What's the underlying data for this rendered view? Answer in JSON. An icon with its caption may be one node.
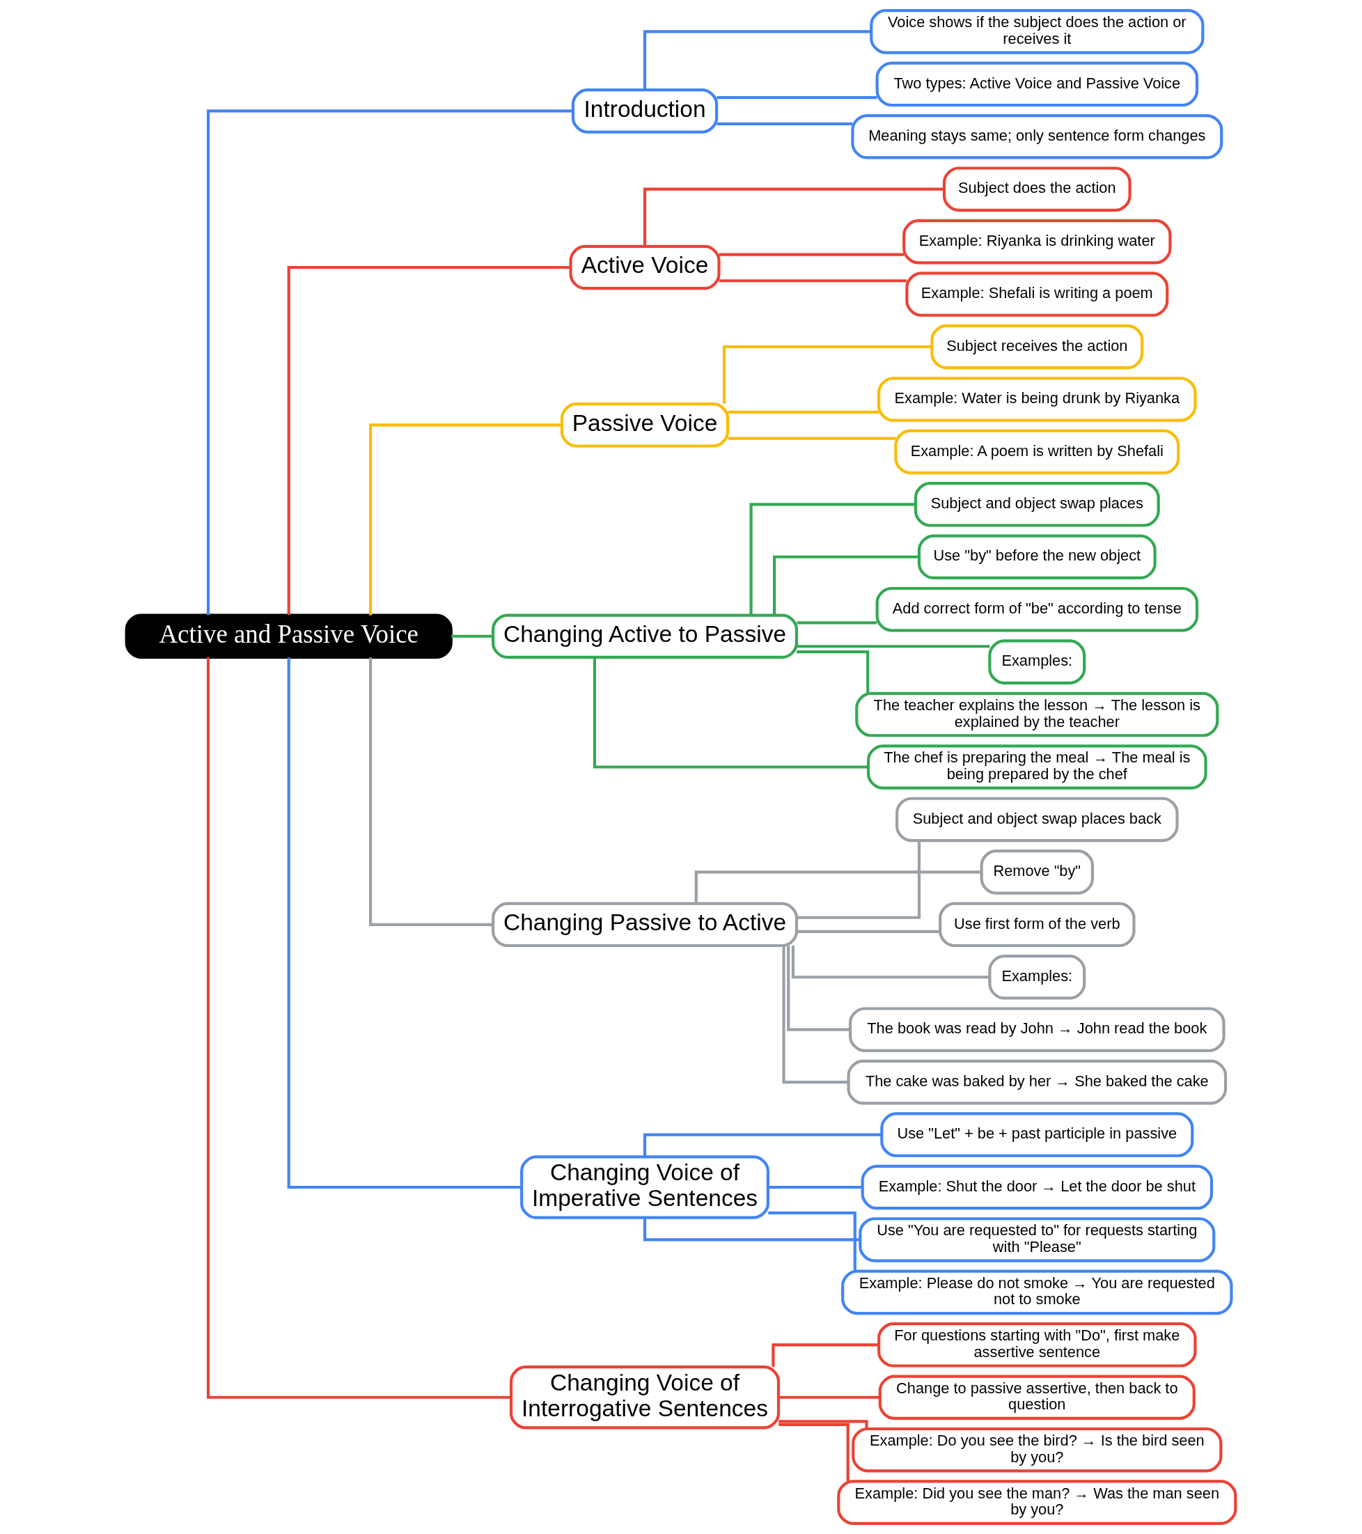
{
  "diagram": {
    "nodes": [
      {
        "text": [
          "Active and Passive Voice"
        ]
      },
      {
        "text": [
          "Introduction"
        ]
      },
      {
        "text": [
          "Voice shows if the subject does the action or receives it"
        ]
      },
      {
        "text": [
          "Two types: Active Voice and Passive Voice"
        ]
      },
      {
        "text": [
          "Meaning stays same; only sentence form changes"
        ]
      },
      {
        "text": [
          "Active Voice"
        ]
      },
      {
        "text": [
          "Subject does the action"
        ]
      },
      {
        "text": [
          "Example: Riyanka is drinking water"
        ]
      },
      {
        "text": [
          "Example: Shefali is writing a poem"
        ]
      },
      {
        "text": [
          "Passive Voice"
        ]
      },
      {
        "text": [
          "Subject receives the action"
        ]
      },
      {
        "text": [
          "Example: Water is being drunk by Riyanka"
        ]
      },
      {
        "text": [
          "Example: A poem is written by Shefali"
        ]
      },
      {
        "text": [
          "Changing Active to Passive"
        ]
      },
      {
        "text": [
          "Subject and object swap places"
        ]
      },
      {
        "text": [
          "Use \"by\" before the new object"
        ]
      },
      {
        "text": [
          "Add correct form of \"be\" according to tense"
        ]
      },
      {
        "text": [
          "Examples:"
        ]
      },
      {
        "text": [
          "The teacher explains the lesson → The lesson is explained by the teacher"
        ]
      },
      {
        "text": [
          "The chef is preparing the meal → The meal is being prepared by the chef"
        ]
      },
      {
        "text": [
          "Changing Passive to Active"
        ]
      },
      {
        "text": [
          "Subject and object swap places back"
        ]
      },
      {
        "text": [
          "Remove \"by\""
        ]
      },
      {
        "text": [
          "Use first form of the verb"
        ]
      },
      {
        "text": [
          "Examples:"
        ]
      },
      {
        "text": [
          "The book was read by John → John read the book"
        ]
      },
      {
        "text": [
          "The cake was baked by her → She baked the cake"
        ]
      },
      {
        "text": [
          "Changing Voice of Imperative Sentences"
        ]
      },
      {
        "text": [
          "Use \"Let\" + be + past participle in passive"
        ]
      },
      {
        "text": [
          "Example: Shut the door → Let the door be shut"
        ]
      },
      {
        "text": [
          "Use \"You are requested to\" for requests starting with \"Please\""
        ]
      },
      {
        "text": [
          "Example: Please do not smoke → You are requested not to smoke"
        ]
      },
      {
        "text": [
          "Changing Voice of Interrogative Sentences"
        ]
      },
      {
        "text": [
          "For questions starting with \"Do\", first make assertive sentence"
        ]
      },
      {
        "text": [
          "Change to passive assertive, then back to question"
        ]
      },
      {
        "text": [
          "Example: Do you see the bird? → Is the bird seen by you?"
        ]
      },
      {
        "text": [
          "Example: Did you see the man? → Was the man seen by you?"
        ]
      }
    ],
    "edges": [
      {
        "from": 0,
        "to": 1,
        "arrow": "none",
        "color": "#4285f4"
      },
      {
        "from": 1,
        "to": 2,
        "arrow": "none",
        "color": "#4285f4"
      },
      {
        "from": 1,
        "to": 3,
        "arrow": "none",
        "color": "#4285f4"
      },
      {
        "from": 1,
        "to": 4,
        "arrow": "none",
        "color": "#4285f4"
      },
      {
        "from": 0,
        "to": 5,
        "arrow": "none",
        "color": "#ea4335"
      },
      {
        "from": 5,
        "to": 6,
        "arrow": "none",
        "color": "#ea4335"
      },
      {
        "from": 5,
        "to": 7,
        "arrow": "none",
        "color": "#ea4335"
      },
      {
        "from": 5,
        "to": 8,
        "arrow": "none",
        "color": "#ea4335"
      },
      {
        "from": 0,
        "to": 9,
        "arrow": "none",
        "color": "#fbbc05"
      },
      {
        "from": 9,
        "to": 10,
        "arrow": "none",
        "color": "#fbbc05"
      },
      {
        "from": 9,
        "to": 11,
        "arrow": "none",
        "color": "#fbbc05"
      },
      {
        "from": 9,
        "to": 12,
        "arrow": "none",
        "color": "#fbbc05"
      },
      {
        "from": 0,
        "to": 13,
        "arrow": "none",
        "color": "#34a853"
      },
      {
        "from": 13,
        "to": 14,
        "arrow": "none",
        "color": "#34a853"
      },
      {
        "from": 13,
        "to": 15,
        "arrow": "none",
        "color": "#34a853"
      },
      {
        "from": 13,
        "to": 16,
        "arrow": "none",
        "color": "#34a853"
      },
      {
        "from": 13,
        "to": 17,
        "arrow": "none",
        "color": "#34a853"
      },
      {
        "from": 13,
        "to": 18,
        "arrow": "none",
        "color": "#34a853"
      },
      {
        "from": 13,
        "to": 19,
        "arrow": "none",
        "color": "#34a853"
      },
      {
        "from": 0,
        "to": 20,
        "arrow": "none",
        "color": "#9aa0a6"
      },
      {
        "from": 20,
        "to": 21,
        "arrow": "none",
        "color": "#9aa0a6"
      },
      {
        "from": 20,
        "to": 22,
        "arrow": "none",
        "color": "#9aa0a6"
      },
      {
        "from": 20,
        "to": 23,
        "arrow": "none",
        "color": "#9aa0a6"
      },
      {
        "from": 20,
        "to": 24,
        "arrow": "none",
        "color": "#9aa0a6"
      },
      {
        "from": 20,
        "to": 25,
        "arrow": "none",
        "color": "#9aa0a6"
      },
      {
        "from": 20,
        "to": 26,
        "arrow": "none",
        "color": "#9aa0a6"
      },
      {
        "from": 0,
        "to": 27,
        "arrow": "none",
        "color": "#4285f4"
      },
      {
        "from": 27,
        "to": 28,
        "arrow": "none",
        "color": "#4285f4"
      },
      {
        "from": 27,
        "to": 29,
        "arrow": "none",
        "color": "#4285f4"
      },
      {
        "from": 27,
        "to": 30,
        "arrow": "none",
        "color": "#4285f4"
      },
      {
        "from": 27,
        "to": 31,
        "arrow": "none",
        "color": "#4285f4"
      },
      {
        "from": 0,
        "to": 32,
        "arrow": "none",
        "color": "#ea4335"
      },
      {
        "from": 32,
        "to": 33,
        "arrow": "none",
        "color": "#ea4335"
      },
      {
        "from": 32,
        "to": 34,
        "arrow": "none",
        "color": "#ea4335"
      },
      {
        "from": 32,
        "to": 35,
        "arrow": "none",
        "color": "#ea4335"
      },
      {
        "from": 32,
        "to": 36,
        "arrow": "none",
        "color": "#ea4335"
      }
    ]
  }
}
